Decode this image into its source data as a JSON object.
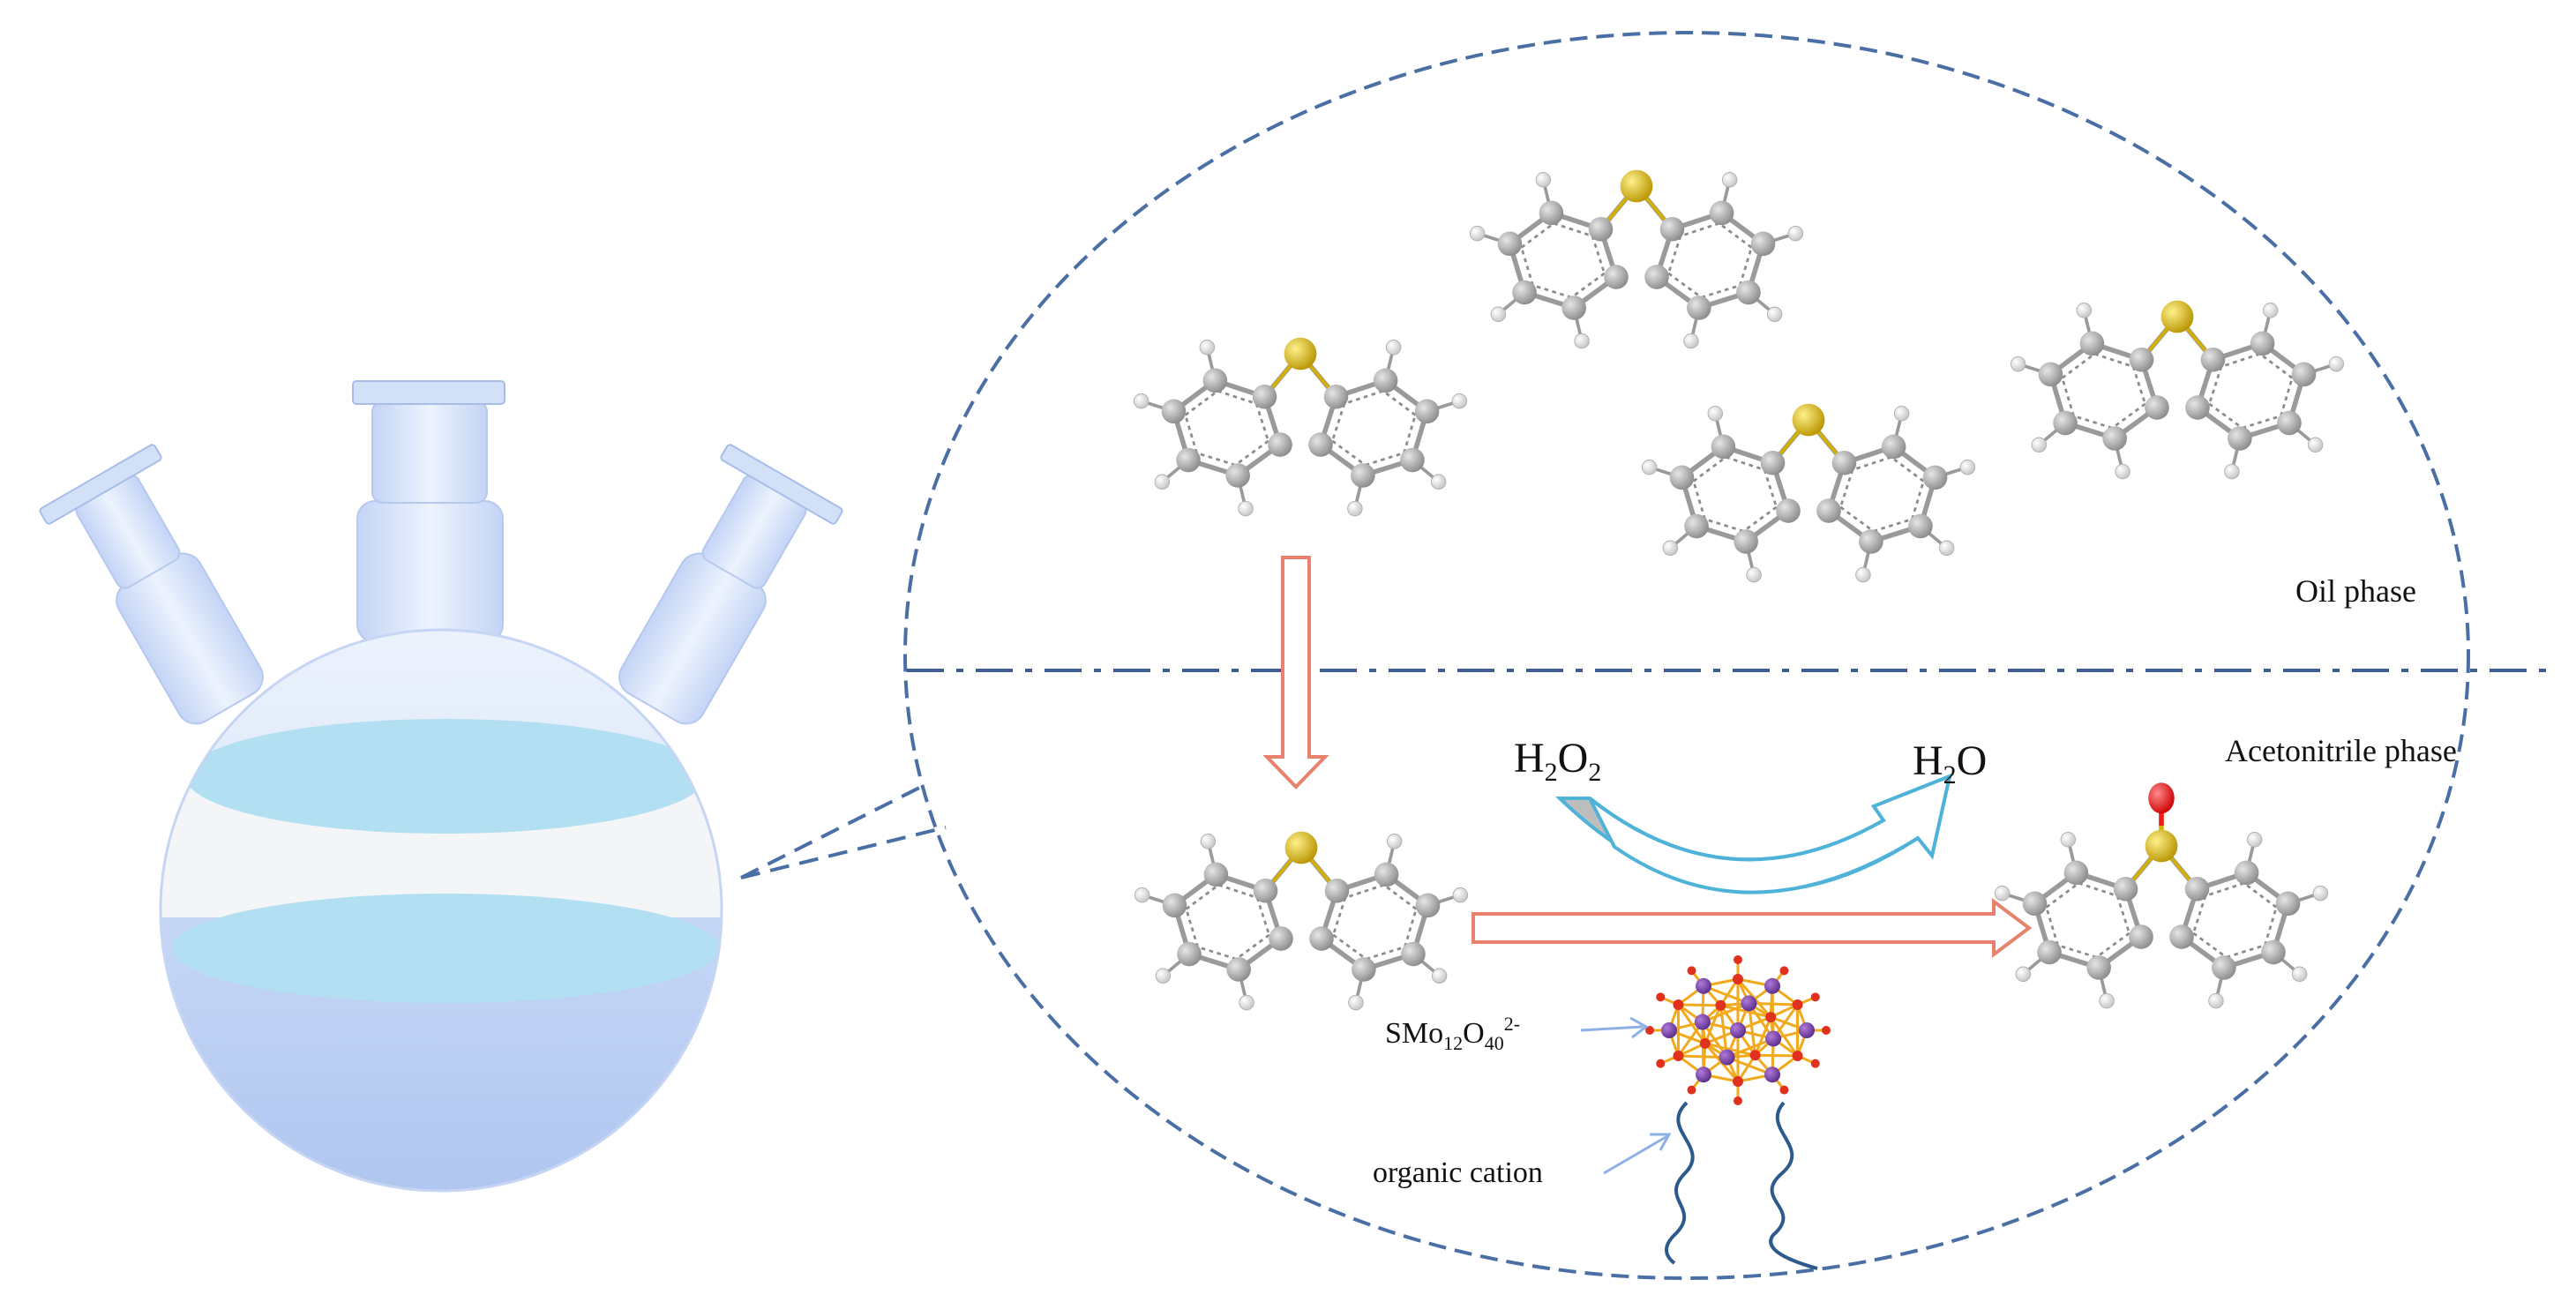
{
  "labels": {
    "oil_phase": "Oil phase",
    "acetonitrile_phase": "Acetonitrile phase",
    "organic_cation": "organic cation"
  },
  "formulas": {
    "h2o2": {
      "p1": "H",
      "s1": "2",
      "p2": "O",
      "s2": "2"
    },
    "h2o": {
      "p1": "H",
      "s1": "2",
      "p2": "O"
    },
    "polyoxometalate": {
      "p1": "SMo",
      "s1": "12",
      "p2": "O",
      "s2": "40",
      "sup": "2-"
    }
  },
  "colors": {
    "dashed_outline": "#4a6fa5",
    "reaction_arrow": "#e8826f",
    "h2o2_arrow": "#4fb3d9",
    "sulfur_atom": "#d4b000",
    "oxygen_atom": "#ee1c1c",
    "carbon_atom": "#a6a6a6",
    "hydrogen_atom": "#f2f2f2",
    "flask_glass": "#c9d8f5",
    "liquid_band": "#b3e0f2"
  },
  "icons": [
    "three-neck-flask-icon",
    "dibenzothiophene-molecule-icon",
    "sulfoxide-molecule-icon",
    "polyoxometalate-cluster-icon",
    "organic-cation-chain-icon"
  ]
}
